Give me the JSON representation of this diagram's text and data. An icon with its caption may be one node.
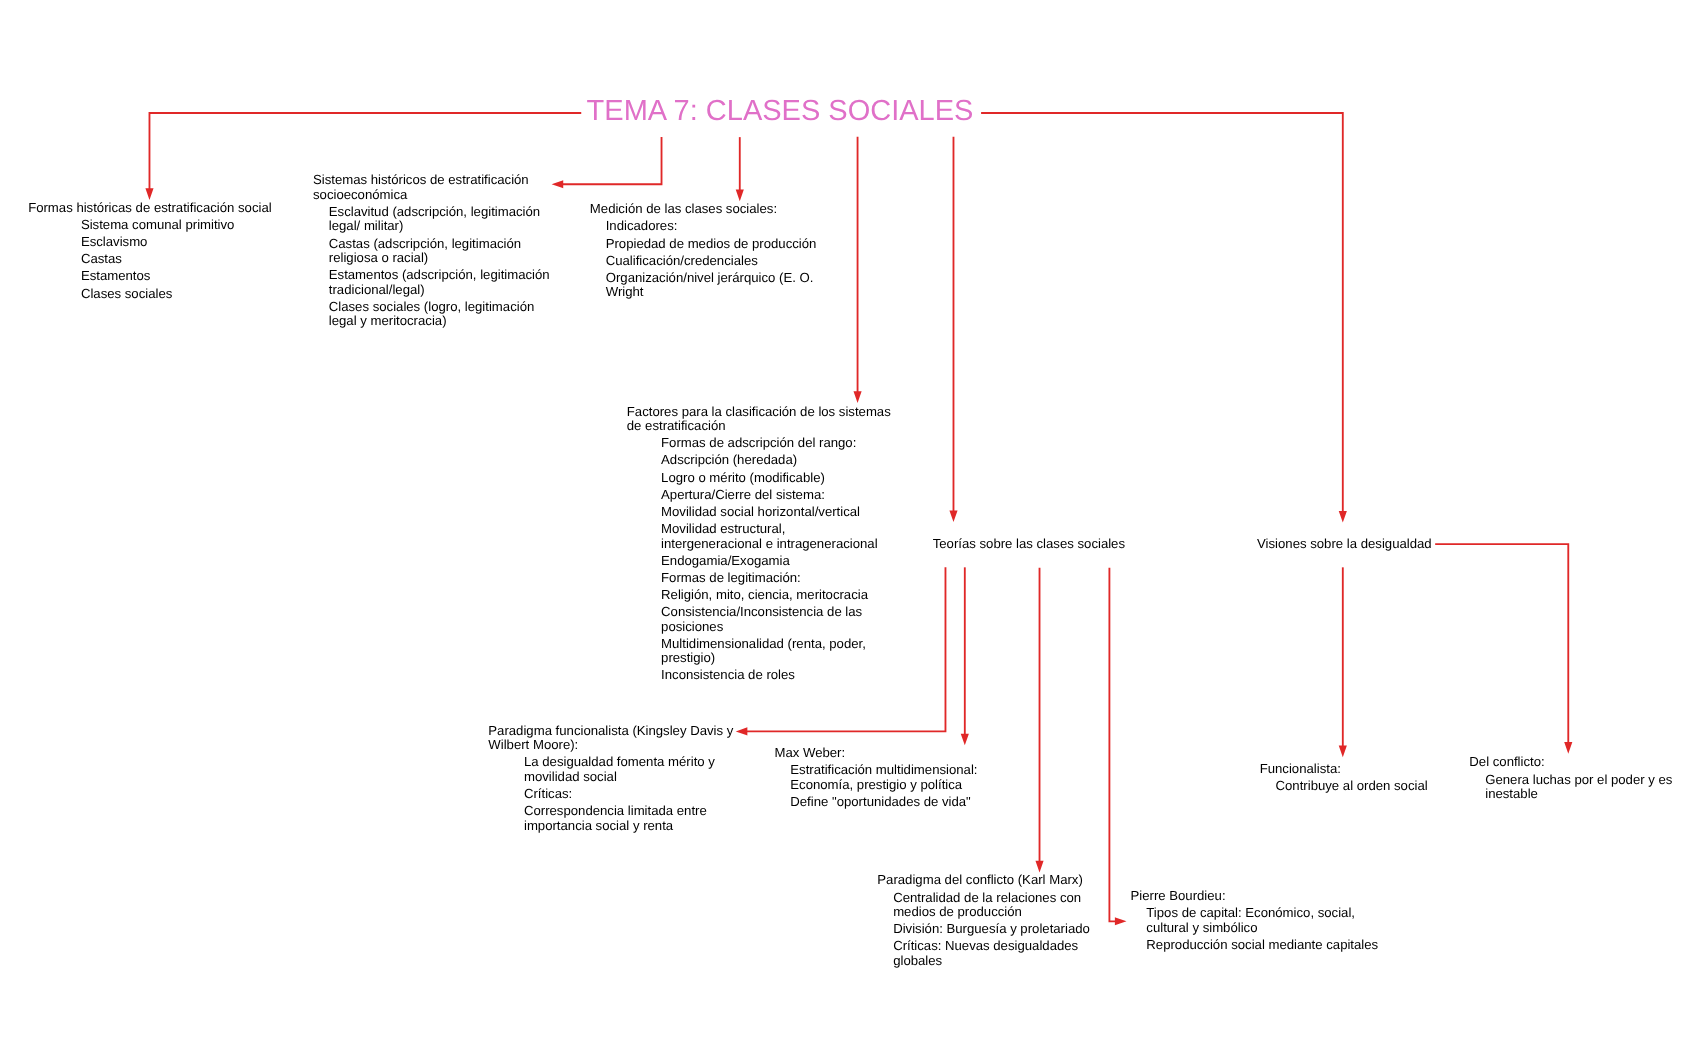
{
  "diagram": {
    "nodes": [
      {
        "text": [
          "TEMA 7: CLASES SOCIALES"
        ]
      },
      {
        "text": [
          "Formas históricas de estratificación social",
          "Sistema comunal primitivo",
          "Esclavismo",
          "Castas",
          "Estamentos",
          "Clases sociales"
        ]
      },
      {
        "text": [
          "Sistemas históricos de estratificación socioeconómica",
          "Esclavitud (adscripción, legitimación legal/ militar)",
          "Castas (adscripción, legitimación religiosa o racial)",
          "Estamentos (adscripción, legitimación tradicional/legal)",
          "Clases sociales (logro, legitimación legal y meritocracia)"
        ]
      },
      {
        "text": [
          "Medición de las clases sociales:",
          "Indicadores:",
          "Propiedad de medios de producción",
          "Cualificación/credenciales",
          "Organización/nivel jerárquico (E. O. Wright"
        ]
      },
      {
        "text": [
          "Factores para la clasificación de los sistemas de estratificación",
          "Formas de adscripción del rango:",
          "Adscripción (heredada)",
          "Logro o mérito (modificable)",
          "Apertura/Cierre del sistema:",
          "Movilidad social horizontal/vertical",
          "Movilidad estructural, intergeneracional e intrageneracional",
          "Endogamia/Exogamia",
          "Formas de legitimación:",
          "Religión, mito, ciencia, meritocracia",
          "Consistencia/Inconsistencia de las posiciones",
          "Multidimensionalidad (renta, poder, prestigio)",
          "Inconsistencia de roles"
        ]
      },
      {
        "text": [
          "Teorías sobre las clases sociales"
        ]
      },
      {
        "text": [
          "Visiones sobre la desigualdad"
        ]
      },
      {
        "text": [
          "Paradigma funcionalista (Kingsley Davis y Wilbert Moore):",
          "La desigualdad fomenta mérito y movilidad social",
          "Críticas:",
          "Correspondencia limitada entre importancia social y renta"
        ]
      },
      {
        "text": [
          "Max Weber:",
          "Estratificación multidimensional: Economía, prestigio y política",
          "Define \"oportunidades de vida\""
        ]
      },
      {
        "text": [
          "Paradigma del conflicto (Karl Marx)",
          "Centralidad de la relaciones con medios de producción",
          "División: Burguesía y proletariado",
          "Críticas: Nuevas desigualdades globales"
        ]
      },
      {
        "text": [
          "Pierre Bourdieu:",
          "Tipos de capital: Económico, social, cultural y simbólico",
          "Reproducción social mediante capitales"
        ]
      },
      {
        "text": [
          "Funcionalista:",
          "Contribuye al orden social"
        ]
      },
      {
        "text": [
          "Del conflicto:",
          "Genera luchas por el poder y es inestable"
        ]
      }
    ],
    "edges": [
      {
        "from": 0,
        "to": 1,
        "arrow": "to"
      },
      {
        "from": 0,
        "to": 2,
        "arrow": "to"
      },
      {
        "from": 0,
        "to": 3,
        "arrow": "to"
      },
      {
        "from": 0,
        "to": 4,
        "arrow": "to"
      },
      {
        "from": 0,
        "to": 5,
        "arrow": "to"
      },
      {
        "from": 0,
        "to": 6,
        "arrow": "to"
      },
      {
        "from": 5,
        "to": 7,
        "arrow": "to"
      },
      {
        "from": 5,
        "to": 8,
        "arrow": "to"
      },
      {
        "from": 5,
        "to": 9,
        "arrow": "to"
      },
      {
        "from": 5,
        "to": 10,
        "arrow": "to"
      },
      {
        "from": 6,
        "to": 11,
        "arrow": "to"
      },
      {
        "from": 6,
        "to": 12,
        "arrow": "to"
      }
    ]
  }
}
